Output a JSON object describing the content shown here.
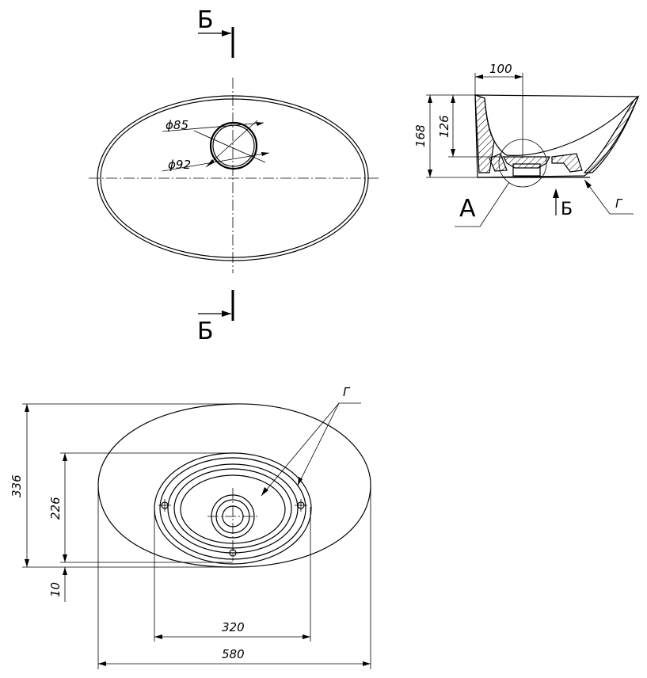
{
  "labels": {
    "section_mark": "Б",
    "detail_a": "А",
    "mark_g": "Г",
    "dia_85": "ϕ85",
    "dia_92": "ϕ92",
    "dim_100": "100",
    "dim_126": "126",
    "dim_168": "168",
    "dim_336": "336",
    "dim_226": "226",
    "dim_10": "10",
    "dim_320": "320",
    "dim_580": "580"
  }
}
